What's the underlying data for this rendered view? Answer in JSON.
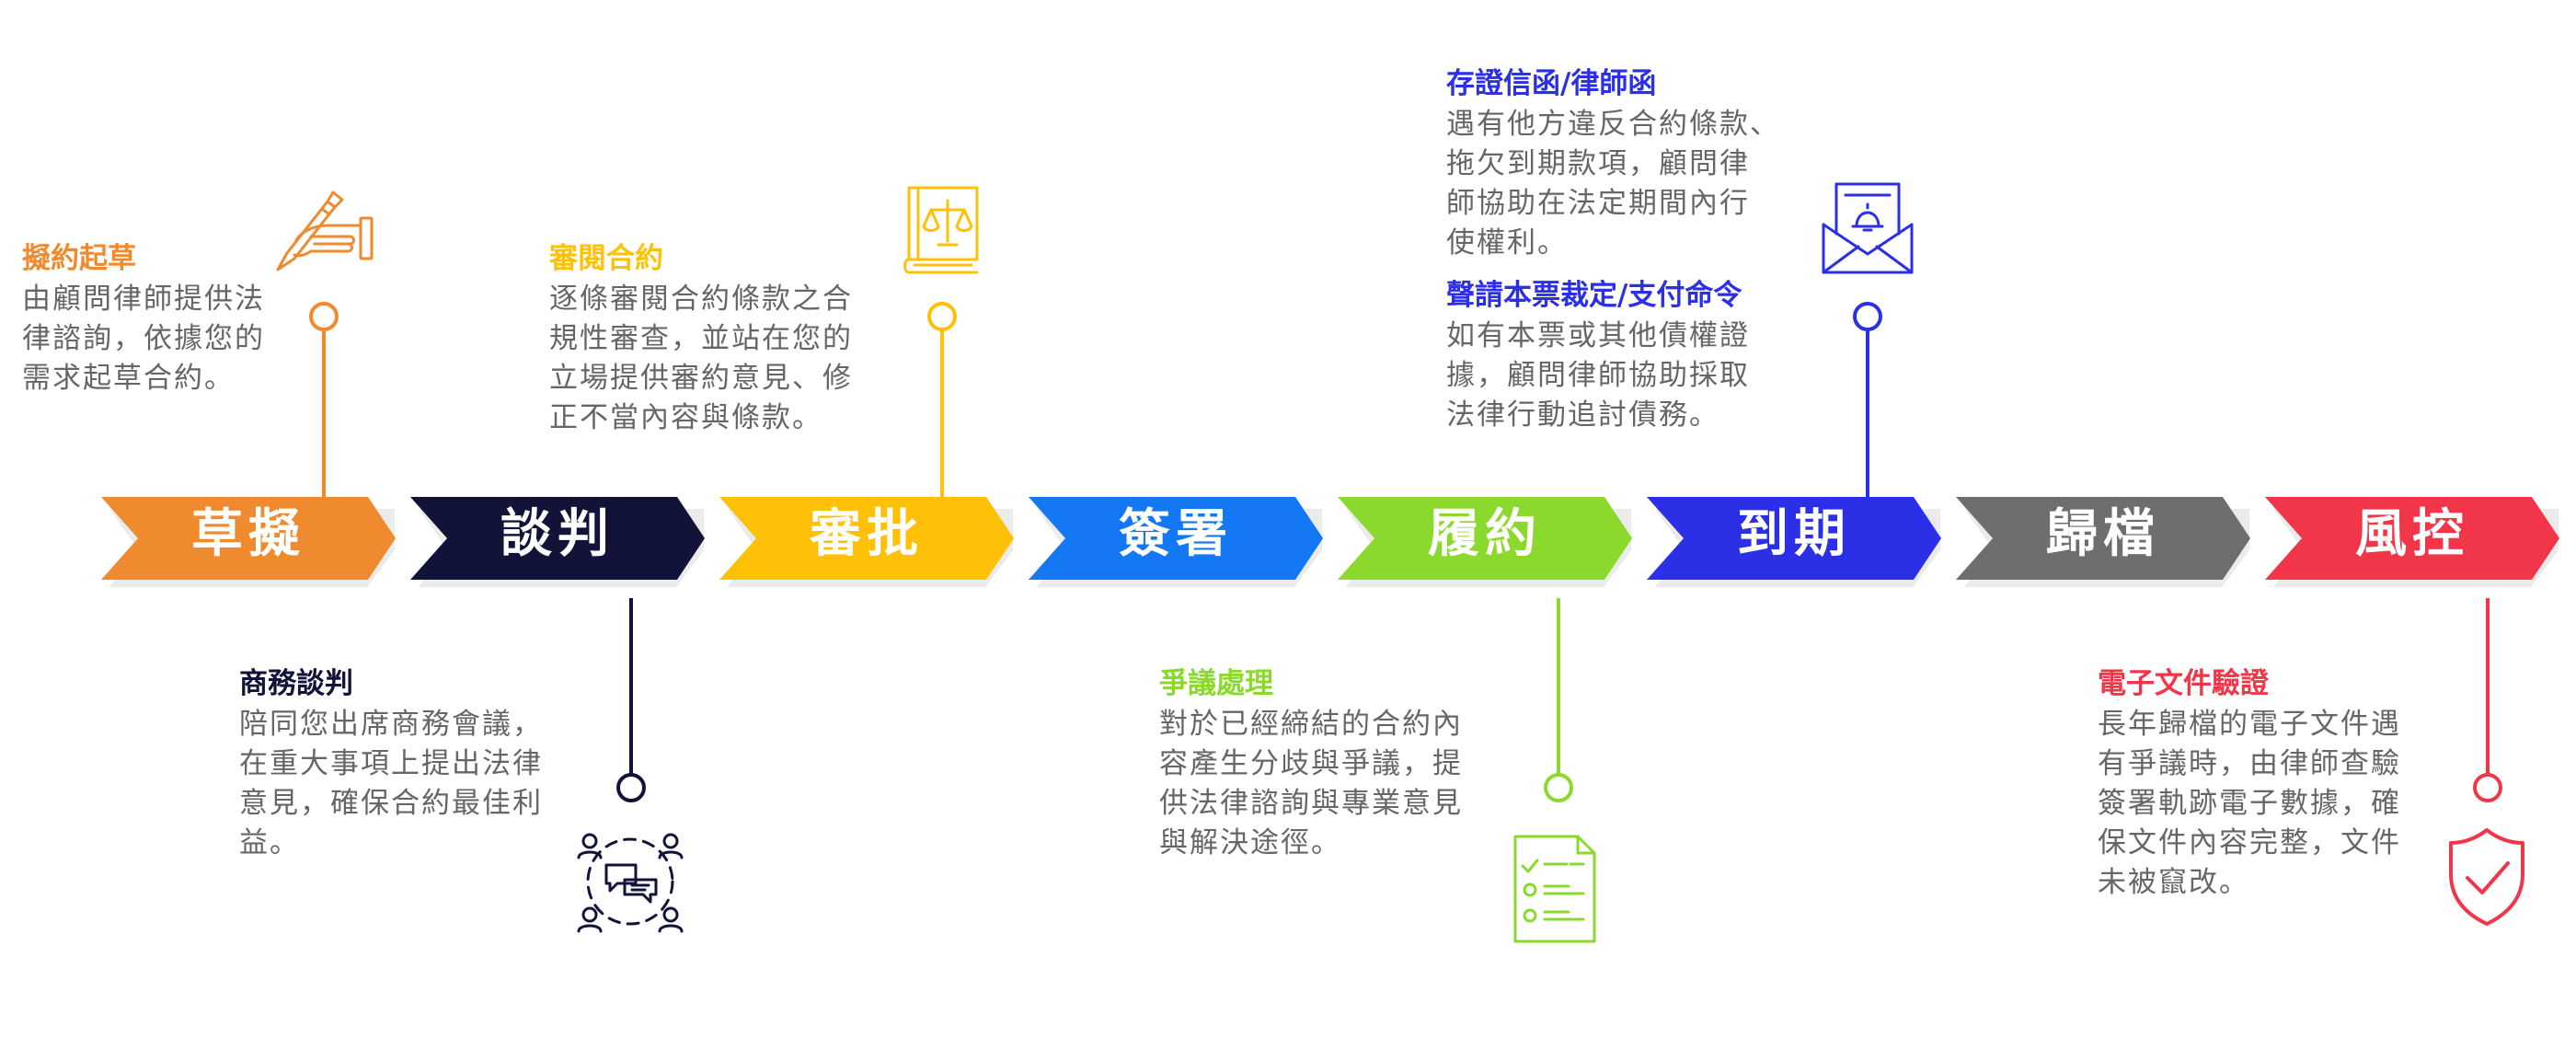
{
  "steps": [
    {
      "label": "草擬",
      "color": "#F08A2E"
    },
    {
      "label": "談判",
      "color": "#121338"
    },
    {
      "label": "審批",
      "color": "#FFC107"
    },
    {
      "label": "簽署",
      "color": "#1478F5"
    },
    {
      "label": "履約",
      "color": "#8BD92C"
    },
    {
      "label": "到期",
      "color": "#2B2FE6"
    },
    {
      "label": "歸檔",
      "color": "#6E6E6E"
    },
    {
      "label": "風控",
      "color": "#F2364A"
    }
  ],
  "notes": {
    "drafting": {
      "title": "擬約起草",
      "body": [
        "由顧問律師提供法",
        "律諮詢，依據您的",
        "需求起草合約。"
      ],
      "icon": "pen-hand-icon"
    },
    "negotiation": {
      "title": "商務談判",
      "body": [
        "陪同您出席商務會議，",
        "在重大事項上提出法律",
        "意見，確保合約最佳利",
        "益。"
      ],
      "icon": "meeting-chat-icon"
    },
    "review": {
      "title": "審閱合約",
      "body": [
        "逐條審閱合約條款之合",
        "規性審查，並站在您的",
        "立場提供審約意見、修",
        "正不當內容與條款。"
      ],
      "icon": "law-book-icon"
    },
    "dispute": {
      "title": "爭議處理",
      "body": [
        "對於已經締結的合約內",
        "容產生分歧與爭議，提",
        "供法律諮詢與專業意見",
        "與解決途徑。"
      ],
      "icon": "checklist-document-icon"
    },
    "letter": {
      "title": "存證信函/律師函",
      "body": [
        "遇有他方違反合約條款、",
        "拖欠到期款項，顧問律",
        "師協助在法定期間內行",
        "使權利。"
      ]
    },
    "payment_order": {
      "title": "聲請本票裁定/支付命令",
      "body": [
        "如有本票或其他債權證",
        "據，顧問律師協助採取",
        "法律行動追討債務。"
      ],
      "icon": "envelope-alert-icon"
    },
    "verification": {
      "title": "電子文件驗證",
      "body": [
        "長年歸檔的電子文件遇",
        "有爭議時，由律師查驗",
        "簽署軌跡電子數據，確",
        "保文件內容完整，文件",
        "未被竄改。"
      ],
      "icon": "shield-check-icon"
    }
  }
}
